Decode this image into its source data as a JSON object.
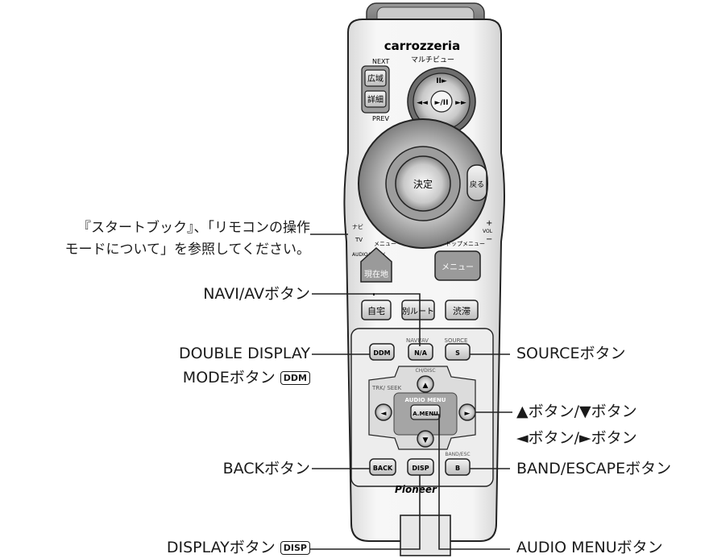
{
  "note_line1": "『スタートブック』、「リモコンの操作",
  "note_line2": "モードについて」を参照してください。",
  "labels": {
    "navi_av": "NAVI/AVボタン",
    "double_display_1": "DOUBLE DISPLAY",
    "double_display_2": "MODEボタン",
    "ddm_symbol": "DDM",
    "back": "BACKボタン",
    "display": "DISPLAYボタン",
    "disp_symbol": "DISP",
    "source": "SOURCEボタン",
    "up_down": "▲ボタン/▼ボタン",
    "left_right": "◄ボタン/►ボタン",
    "band_escape": "BAND/ESCAPEボタン",
    "audio_menu": "AUDIO MENUボタン"
  },
  "remote": {
    "brand": "carrozzeria",
    "multi_view": "マルチビュー",
    "next": "NEXT",
    "prev": "PREV",
    "wide": "広域",
    "detail": "詳細",
    "ok": "決定",
    "back_jp": "戻る",
    "vol": "VOL",
    "navi_small": "ナビ",
    "tv_small": "TV",
    "audio_dvd": "AUDIO/DVD-V",
    "menu_left_small": "メニュー",
    "top_menu_small": "トップメニュー",
    "current_pos": "現在地",
    "menu_btn": "メニュー",
    "home": "自宅",
    "alt_route": "別ルート",
    "traffic": "渋滞",
    "nav_av_small": "NAVI/AV",
    "source_small": "SOURCE",
    "ddm": "DDM",
    "na": "N/A",
    "s": "S",
    "ch_disc": "CH/DISC",
    "trk_seek": "TRK/ SEEK",
    "audio_menu_small": "AUDIO MENU",
    "a_menu": "A.MENU",
    "back_btn": "BACK",
    "disp_btn": "DISP",
    "b_btn": "B",
    "band_esc_small": "BAND/ESC",
    "pioneer": "Pioneer"
  }
}
